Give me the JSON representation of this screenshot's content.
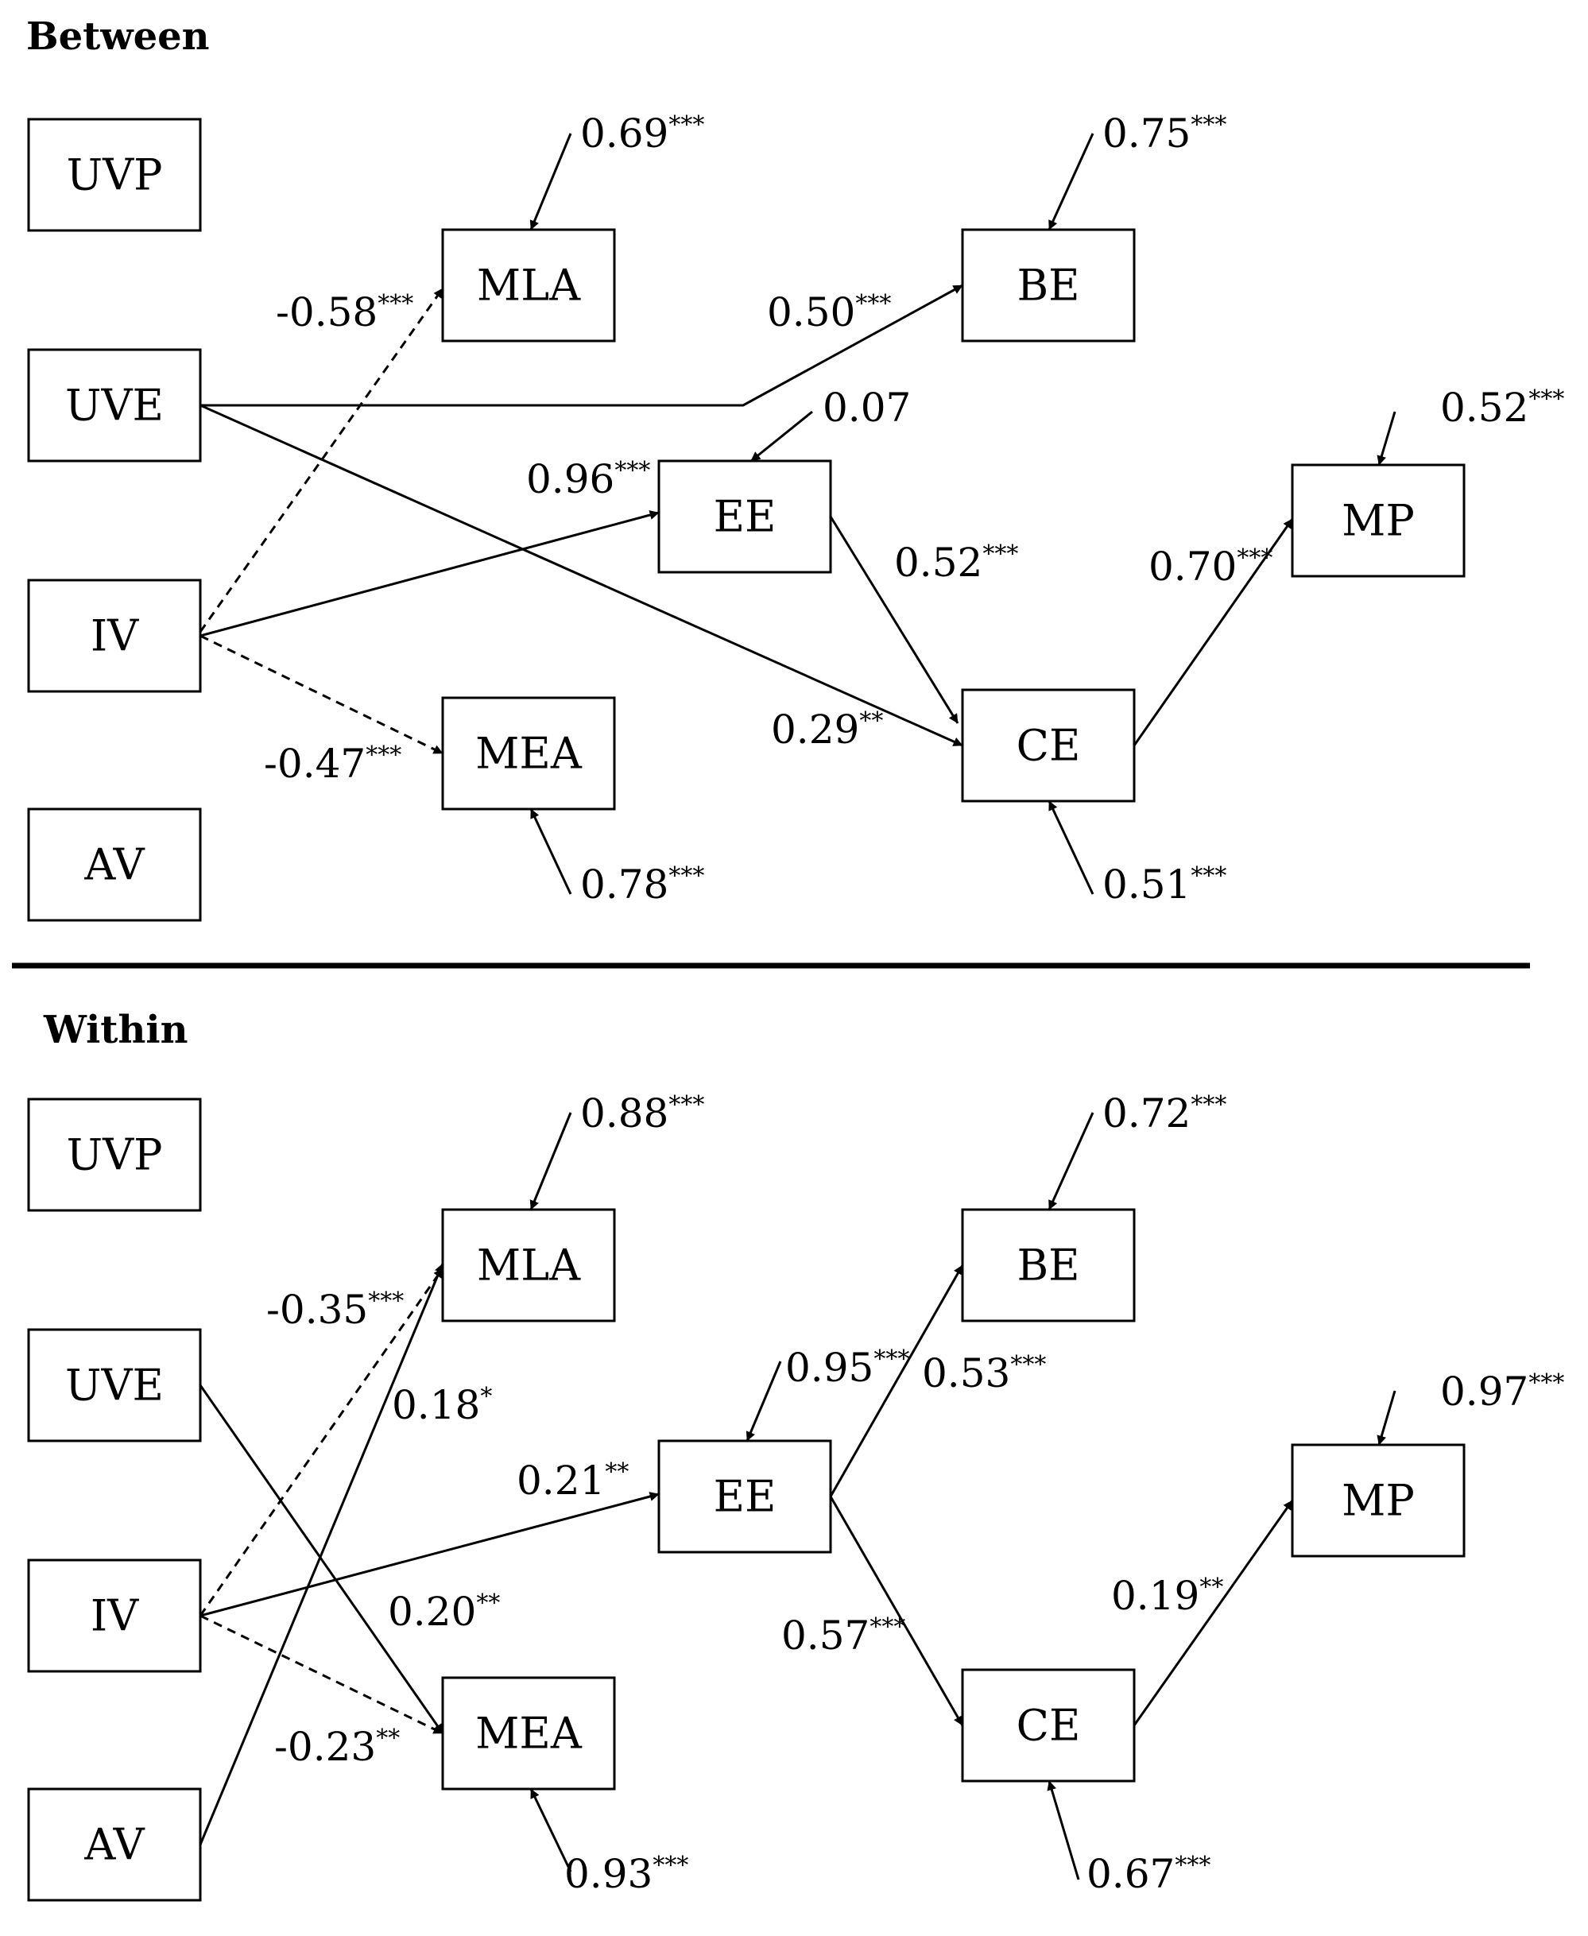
{
  "panels": [
    {
      "id": "between",
      "title": "Between",
      "nodes": [
        {
          "id": "UVP",
          "label": "UVP"
        },
        {
          "id": "UVE",
          "label": "UVE"
        },
        {
          "id": "IV",
          "label": "IV"
        },
        {
          "id": "AV",
          "label": "AV"
        },
        {
          "id": "MLA",
          "label": "MLA"
        },
        {
          "id": "MEA",
          "label": "MEA"
        },
        {
          "id": "BE",
          "label": "BE"
        },
        {
          "id": "EE",
          "label": "EE"
        },
        {
          "id": "CE",
          "label": "CE"
        },
        {
          "id": "MP",
          "label": "MP"
        }
      ],
      "paths": [
        {
          "from": "IV",
          "to": "MLA",
          "value": "-0.58",
          "sig": "***",
          "style": "dashed"
        },
        {
          "from": "IV",
          "to": "MEA",
          "value": "-0.47",
          "sig": "***",
          "style": "dashed"
        },
        {
          "from": "IV",
          "to": "EE",
          "value": "0.96",
          "sig": "***",
          "style": "solid"
        },
        {
          "from": "UVE",
          "to": "BE",
          "value": "0.50",
          "sig": "***",
          "style": "solid"
        },
        {
          "from": "UVE",
          "to": "CE",
          "value": "0.29",
          "sig": "**",
          "style": "solid"
        },
        {
          "from": "EE",
          "to": "CE",
          "value": "0.52",
          "sig": "***",
          "style": "solid"
        },
        {
          "from": "CE",
          "to": "MP",
          "value": "0.70",
          "sig": "***",
          "style": "solid"
        }
      ],
      "residuals": [
        {
          "node": "MLA",
          "value": "0.69",
          "sig": "***"
        },
        {
          "node": "BE",
          "value": "0.75",
          "sig": "***"
        },
        {
          "node": "EE",
          "value": "0.07",
          "sig": ""
        },
        {
          "node": "MP",
          "value": "0.52",
          "sig": "***"
        },
        {
          "node": "MEA",
          "value": "0.78",
          "sig": "***"
        },
        {
          "node": "CE",
          "value": "0.51",
          "sig": "***"
        }
      ]
    },
    {
      "id": "within",
      "title": "Within",
      "nodes": [
        {
          "id": "UVP",
          "label": "UVP"
        },
        {
          "id": "UVE",
          "label": "UVE"
        },
        {
          "id": "IV",
          "label": "IV"
        },
        {
          "id": "AV",
          "label": "AV"
        },
        {
          "id": "MLA",
          "label": "MLA"
        },
        {
          "id": "MEA",
          "label": "MEA"
        },
        {
          "id": "BE",
          "label": "BE"
        },
        {
          "id": "EE",
          "label": "EE"
        },
        {
          "id": "CE",
          "label": "CE"
        },
        {
          "id": "MP",
          "label": "MP"
        }
      ],
      "paths": [
        {
          "from": "IV",
          "to": "MLA",
          "value": "-0.35",
          "sig": "***",
          "style": "dashed"
        },
        {
          "from": "AV",
          "to": "MLA",
          "value": "0.18",
          "sig": "*",
          "style": "solid"
        },
        {
          "from": "IV",
          "to": "EE",
          "value": "0.21",
          "sig": "**",
          "style": "solid"
        },
        {
          "from": "UVE",
          "to": "MEA",
          "value": "0.20",
          "sig": "**",
          "style": "solid"
        },
        {
          "from": "IV",
          "to": "MEA",
          "value": "-0.23",
          "sig": "**",
          "style": "dashed"
        },
        {
          "from": "EE",
          "to": "BE",
          "value": "0.53",
          "sig": "***",
          "style": "solid"
        },
        {
          "from": "EE",
          "to": "CE",
          "value": "0.57",
          "sig": "***",
          "style": "solid"
        },
        {
          "from": "CE",
          "to": "MP",
          "value": "0.19",
          "sig": "**",
          "style": "solid"
        }
      ],
      "residuals": [
        {
          "node": "MLA",
          "value": "0.88",
          "sig": "***"
        },
        {
          "node": "BE",
          "value": "0.72",
          "sig": "***"
        },
        {
          "node": "EE",
          "value": "0.95",
          "sig": "***"
        },
        {
          "node": "MP",
          "value": "0.97",
          "sig": "***"
        },
        {
          "node": "MEA",
          "value": "0.93",
          "sig": "***"
        },
        {
          "node": "CE",
          "value": "0.67",
          "sig": "***"
        }
      ]
    }
  ]
}
